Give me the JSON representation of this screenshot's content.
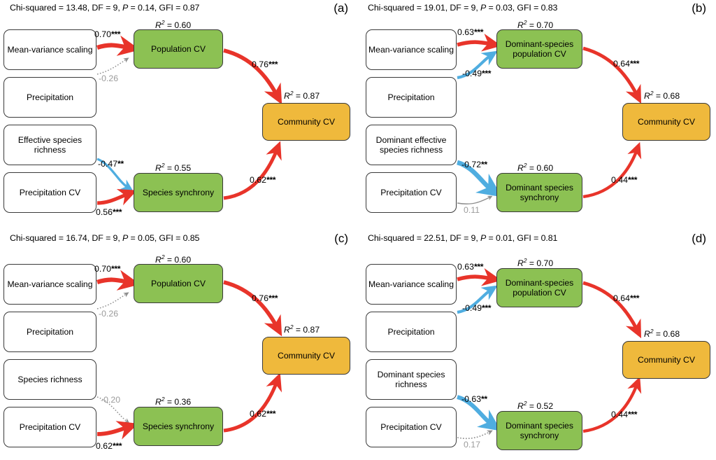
{
  "colors": {
    "positive_path": "#e8342a",
    "negative_path": "#4fade0",
    "nonsignificant_path": "#9b9b9b",
    "mediator_box": "#8cc153",
    "response_box": "#efb93c",
    "box_border": "#3a3a3a"
  },
  "chart_data": {
    "type": "diagram",
    "title": "Structural equation models of drivers of community coefficient of variation",
    "panels": [
      {
        "id": "a",
        "label": "(a)",
        "fit_prefix": "Chi-squared = 13.48, DF = 9, ",
        "fit_p": "P",
        "fit_suffix": " = 0.14, GFI = 0.87",
        "chi_squared": 13.48,
        "df": 9,
        "p_value": 0.14,
        "gfi": 0.87,
        "predictors": [
          "Mean-variance\nscaling",
          "Precipitation",
          "Effective species\nrichness",
          "Precipitation CV"
        ],
        "mediator_top": "Population CV",
        "mediator_top_r2": "0.60",
        "mediator_bottom": "Species\nsynchrony",
        "mediator_bottom_r2": "0.55",
        "response": "Community CV",
        "response_r2": "0.87",
        "paths": [
          {
            "from": "Mean-variance scaling",
            "to": "Population CV",
            "value": "0.70",
            "stars": "***",
            "sign": "positive"
          },
          {
            "from": "Precipitation",
            "to": "Population CV",
            "value": "-0.26",
            "stars": "",
            "sign": "nonsignificant"
          },
          {
            "from": "Effective species richness",
            "to": "Species synchrony",
            "value": "-0.47",
            "stars": "**",
            "sign": "negative"
          },
          {
            "from": "Precipitation CV",
            "to": "Species synchrony",
            "value": "0.56",
            "stars": "***",
            "sign": "positive"
          },
          {
            "from": "Population CV",
            "to": "Community CV",
            "value": "0.76",
            "stars": "***",
            "sign": "positive"
          },
          {
            "from": "Species synchrony",
            "to": "Community CV",
            "value": "0.62",
            "stars": "***",
            "sign": "positive"
          }
        ]
      },
      {
        "id": "b",
        "label": "(b)",
        "fit_prefix": "Chi-squared = 19.01, DF = 9, ",
        "fit_p": "P",
        "fit_suffix": " = 0.03, GFI = 0.83",
        "chi_squared": 19.01,
        "df": 9,
        "p_value": 0.03,
        "gfi": 0.83,
        "predictors": [
          "Mean-variance\nscaling",
          "Precipitation",
          "Dominant\neffective species\nrichness",
          "Precipitation CV"
        ],
        "mediator_top": "Dominant-species\npopulation CV",
        "mediator_top_r2": "0.70",
        "mediator_bottom": "Dominant species\nsynchrony",
        "mediator_bottom_r2": "0.60",
        "response": "Community CV",
        "response_r2": "0.68",
        "paths": [
          {
            "from": "Mean-variance scaling",
            "to": "Dominant-species population CV",
            "value": "0.63",
            "stars": "***",
            "sign": "positive"
          },
          {
            "from": "Precipitation",
            "to": "Dominant-species population CV",
            "value": "-0.49",
            "stars": "***",
            "sign": "negative"
          },
          {
            "from": "Dominant effective species richness",
            "to": "Dominant species synchrony",
            "value": "-0.72",
            "stars": "**",
            "sign": "negative"
          },
          {
            "from": "Precipitation CV",
            "to": "Dominant species synchrony",
            "value": "0.11",
            "stars": "",
            "sign": "nonsignificant"
          },
          {
            "from": "Dominant-species population CV",
            "to": "Community CV",
            "value": "0.64",
            "stars": "***",
            "sign": "positive"
          },
          {
            "from": "Dominant species synchrony",
            "to": "Community CV",
            "value": "0.44",
            "stars": "***",
            "sign": "positive"
          }
        ]
      },
      {
        "id": "c",
        "label": "(c)",
        "fit_prefix": "Chi-squared = 16.74, DF = 9, ",
        "fit_p": "P",
        "fit_suffix": " = 0.05, GFI = 0.85",
        "chi_squared": 16.74,
        "df": 9,
        "p_value": 0.05,
        "gfi": 0.85,
        "predictors": [
          "Mean-variance\nscaling",
          "Precipitation",
          "Species\nrichness",
          "Precipitation CV"
        ],
        "mediator_top": "Population CV",
        "mediator_top_r2": "0.60",
        "mediator_bottom": "Species\nsynchrony",
        "mediator_bottom_r2": "0.36",
        "response": "Community CV",
        "response_r2": "0.87",
        "paths": [
          {
            "from": "Mean-variance scaling",
            "to": "Population CV",
            "value": "0.70",
            "stars": "***",
            "sign": "positive"
          },
          {
            "from": "Precipitation",
            "to": "Population CV",
            "value": "-0.26",
            "stars": "",
            "sign": "nonsignificant"
          },
          {
            "from": "Species richness",
            "to": "Species synchrony",
            "value": "-0.20",
            "stars": "",
            "sign": "nonsignificant"
          },
          {
            "from": "Precipitation CV",
            "to": "Species synchrony",
            "value": "0.62",
            "stars": "***",
            "sign": "positive"
          },
          {
            "from": "Population CV",
            "to": "Community CV",
            "value": "0.76",
            "stars": "***",
            "sign": "positive"
          },
          {
            "from": "Species synchrony",
            "to": "Community CV",
            "value": "0.62",
            "stars": "***",
            "sign": "positive"
          }
        ]
      },
      {
        "id": "d",
        "label": "(d)",
        "fit_prefix": "Chi-squared = 22.51, DF = 9, ",
        "fit_p": "P",
        "fit_suffix": " = 0.01, GFI = 0.81",
        "chi_squared": 22.51,
        "df": 9,
        "p_value": 0.01,
        "gfi": 0.81,
        "predictors": [
          "Mean-variance\nscaling",
          "Precipitation",
          "Dominant species\nrichness",
          "Precipitation CV"
        ],
        "mediator_top": "Dominant-species\npopulation CV",
        "mediator_top_r2": "0.70",
        "mediator_bottom": "Dominant species\nsynchrony",
        "mediator_bottom_r2": "0.52",
        "response": "Community CV",
        "response_r2": "0.68",
        "paths": [
          {
            "from": "Mean-variance scaling",
            "to": "Dominant-species population CV",
            "value": "0.63",
            "stars": "***",
            "sign": "positive"
          },
          {
            "from": "Precipitation",
            "to": "Dominant-species population CV",
            "value": "-0.49",
            "stars": "***",
            "sign": "negative"
          },
          {
            "from": "Dominant species richness",
            "to": "Dominant species synchrony",
            "value": "-0.63",
            "stars": "**",
            "sign": "negative"
          },
          {
            "from": "Precipitation CV",
            "to": "Dominant species synchrony",
            "value": "0.17",
            "stars": "",
            "sign": "nonsignificant"
          },
          {
            "from": "Dominant-species population CV",
            "to": "Community CV",
            "value": "0.64",
            "stars": "***",
            "sign": "positive"
          },
          {
            "from": "Dominant species synchrony",
            "to": "Community CV",
            "value": "0.44",
            "stars": "***",
            "sign": "positive"
          }
        ]
      }
    ]
  },
  "panel_a": {
    "fit_prefix": "Chi-squared = 13.48, DF = 9, ",
    "fit_p": "P",
    "fit_suffix": " = 0.14, GFI = 0.87",
    "label": "(a)",
    "pred1": "Mean-variance scaling",
    "pred2": "Precipitation",
    "pred3": "Effective species richness",
    "pred4": "Precipitation CV",
    "med_top": "Population CV",
    "med_top_r2": "0.60",
    "med_bot": "Species synchrony",
    "med_bot_r2": "0.55",
    "response": "Community CV",
    "response_r2": "0.87",
    "e1_val": "0.70",
    "e1_stars": "***",
    "e2_val": "-0.26",
    "e2_stars": "",
    "e3_val": "-0.47",
    "e3_stars": "**",
    "e4_val": "0.56",
    "e4_stars": "***",
    "e5_val": "0.76",
    "e5_stars": "***",
    "e6_val": "0.62",
    "e6_stars": "***"
  },
  "panel_b": {
    "fit_prefix": "Chi-squared = 19.01, DF = 9, ",
    "fit_p": "P",
    "fit_suffix": " = 0.03, GFI = 0.83",
    "label": "(b)",
    "pred1": "Mean-variance scaling",
    "pred2": "Precipitation",
    "pred3": "Dominant effective species richness",
    "pred4": "Precipitation CV",
    "med_top": "Dominant-species population CV",
    "med_top_r2": "0.70",
    "med_bot": "Dominant species synchrony",
    "med_bot_r2": "0.60",
    "response": "Community CV",
    "response_r2": "0.68",
    "e1_val": "0.63",
    "e1_stars": "***",
    "e2_val": "-0.49",
    "e2_stars": "***",
    "e3_val": "-0.72",
    "e3_stars": "**",
    "e4_val": "0.11",
    "e4_stars": "",
    "e5_val": "0.64",
    "e5_stars": "***",
    "e6_val": "0.44",
    "e6_stars": "***"
  },
  "panel_c": {
    "fit_prefix": "Chi-squared = 16.74, DF = 9, ",
    "fit_p": "P",
    "fit_suffix": " = 0.05, GFI = 0.85",
    "label": "(c)",
    "pred1": "Mean-variance scaling",
    "pred2": "Precipitation",
    "pred3": "Species richness",
    "pred4": "Precipitation CV",
    "med_top": "Population CV",
    "med_top_r2": "0.60",
    "med_bot": "Species synchrony",
    "med_bot_r2": "0.36",
    "response": "Community CV",
    "response_r2": "0.87",
    "e1_val": "0.70",
    "e1_stars": "***",
    "e2_val": "-0.26",
    "e2_stars": "",
    "e3_val": "-0.20",
    "e3_stars": "",
    "e4_val": "0.62",
    "e4_stars": "***",
    "e5_val": "0.76",
    "e5_stars": "***",
    "e6_val": "0.62",
    "e6_stars": "***"
  },
  "panel_d": {
    "fit_prefix": "Chi-squared = 22.51, DF = 9, ",
    "fit_p": "P",
    "fit_suffix": " = 0.01, GFI = 0.81",
    "label": "(d)",
    "pred1": "Mean-variance scaling",
    "pred2": "Precipitation",
    "pred3": "Dominant species richness",
    "pred4": "Precipitation CV",
    "med_top": "Dominant-species population CV",
    "med_top_r2": "0.70",
    "med_bot": "Dominant species synchrony",
    "med_bot_r2": "0.52",
    "response": "Community CV",
    "response_r2": "0.68",
    "e1_val": "0.63",
    "e1_stars": "***",
    "e2_val": "-0.49",
    "e2_stars": "***",
    "e3_val": "-0.63",
    "e3_stars": "**",
    "e4_val": "0.17",
    "e4_stars": "",
    "e5_val": "0.64",
    "e5_stars": "***",
    "e6_val": "0.44",
    "e6_stars": "***"
  }
}
